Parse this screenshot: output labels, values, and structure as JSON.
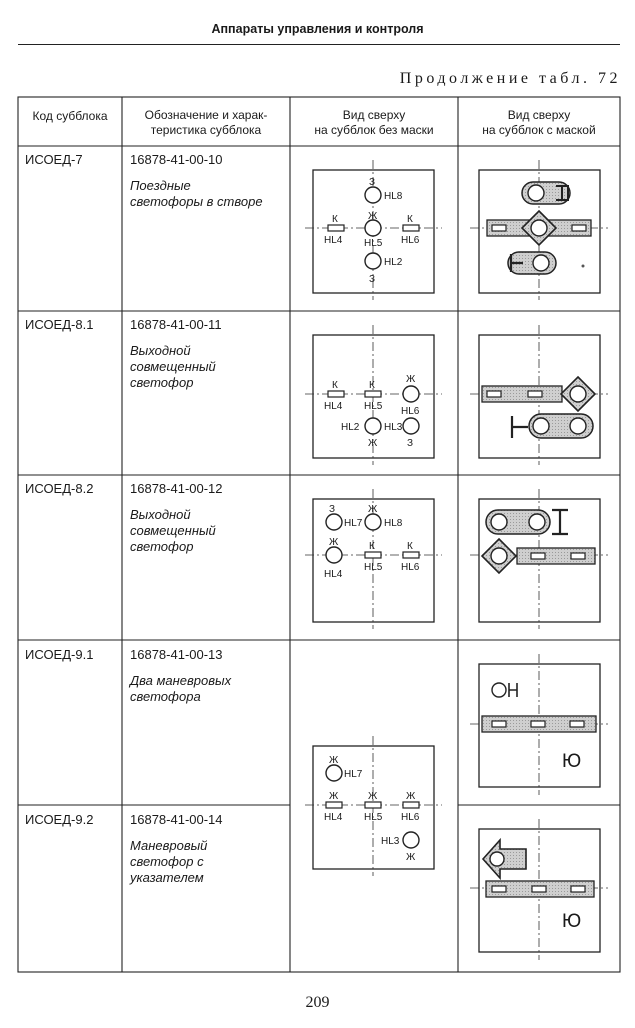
{
  "page_header": {
    "running_title": "Аппараты управления и контроля",
    "table_caption": "Продолжение табл. 72",
    "page_number": "209"
  },
  "table": {
    "columns": [
      {
        "lines": [
          "Код субблока"
        ]
      },
      {
        "lines": [
          "Обозначение и харак-",
          "теристика субблока"
        ]
      },
      {
        "lines": [
          "Вид сверху",
          "на субблок без маски"
        ]
      },
      {
        "lines": [
          "Вид сверху",
          "на субблок с маской"
        ]
      }
    ],
    "rows": [
      {
        "code": "ИСОЕД-7",
        "designation": "16878-41-00-10",
        "description": [
          "Поездные",
          "светофоры в створе"
        ]
      },
      {
        "code": "ИСОЕД-8.1",
        "designation": "16878-41-00-11",
        "description": [
          "Выходной",
          "совмещенный",
          "светофор"
        ]
      },
      {
        "code": "ИСОЕД-8.2",
        "designation": "16878-41-00-12",
        "description": [
          "Выходной",
          "совмещенный",
          "светофор"
        ]
      },
      {
        "code": "ИСОЕД-9.1",
        "designation": "16878-41-00-13",
        "description": [
          "Два маневровых",
          "светофора"
        ]
      },
      {
        "code": "ИСОЕД-9.2",
        "designation": "16878-41-00-14",
        "description": [
          "Маневровый",
          "светофор с",
          "указателем"
        ]
      }
    ]
  },
  "diagram_labels": {
    "hl2": "HL2",
    "hl3": "HL3",
    "hl4": "HL4",
    "hl5": "HL5",
    "hl6": "HL6",
    "hl7": "HL7",
    "hl8": "HL8",
    "z": "З",
    "zh": "Ж",
    "k": "К",
    "yu": "Ю"
  }
}
